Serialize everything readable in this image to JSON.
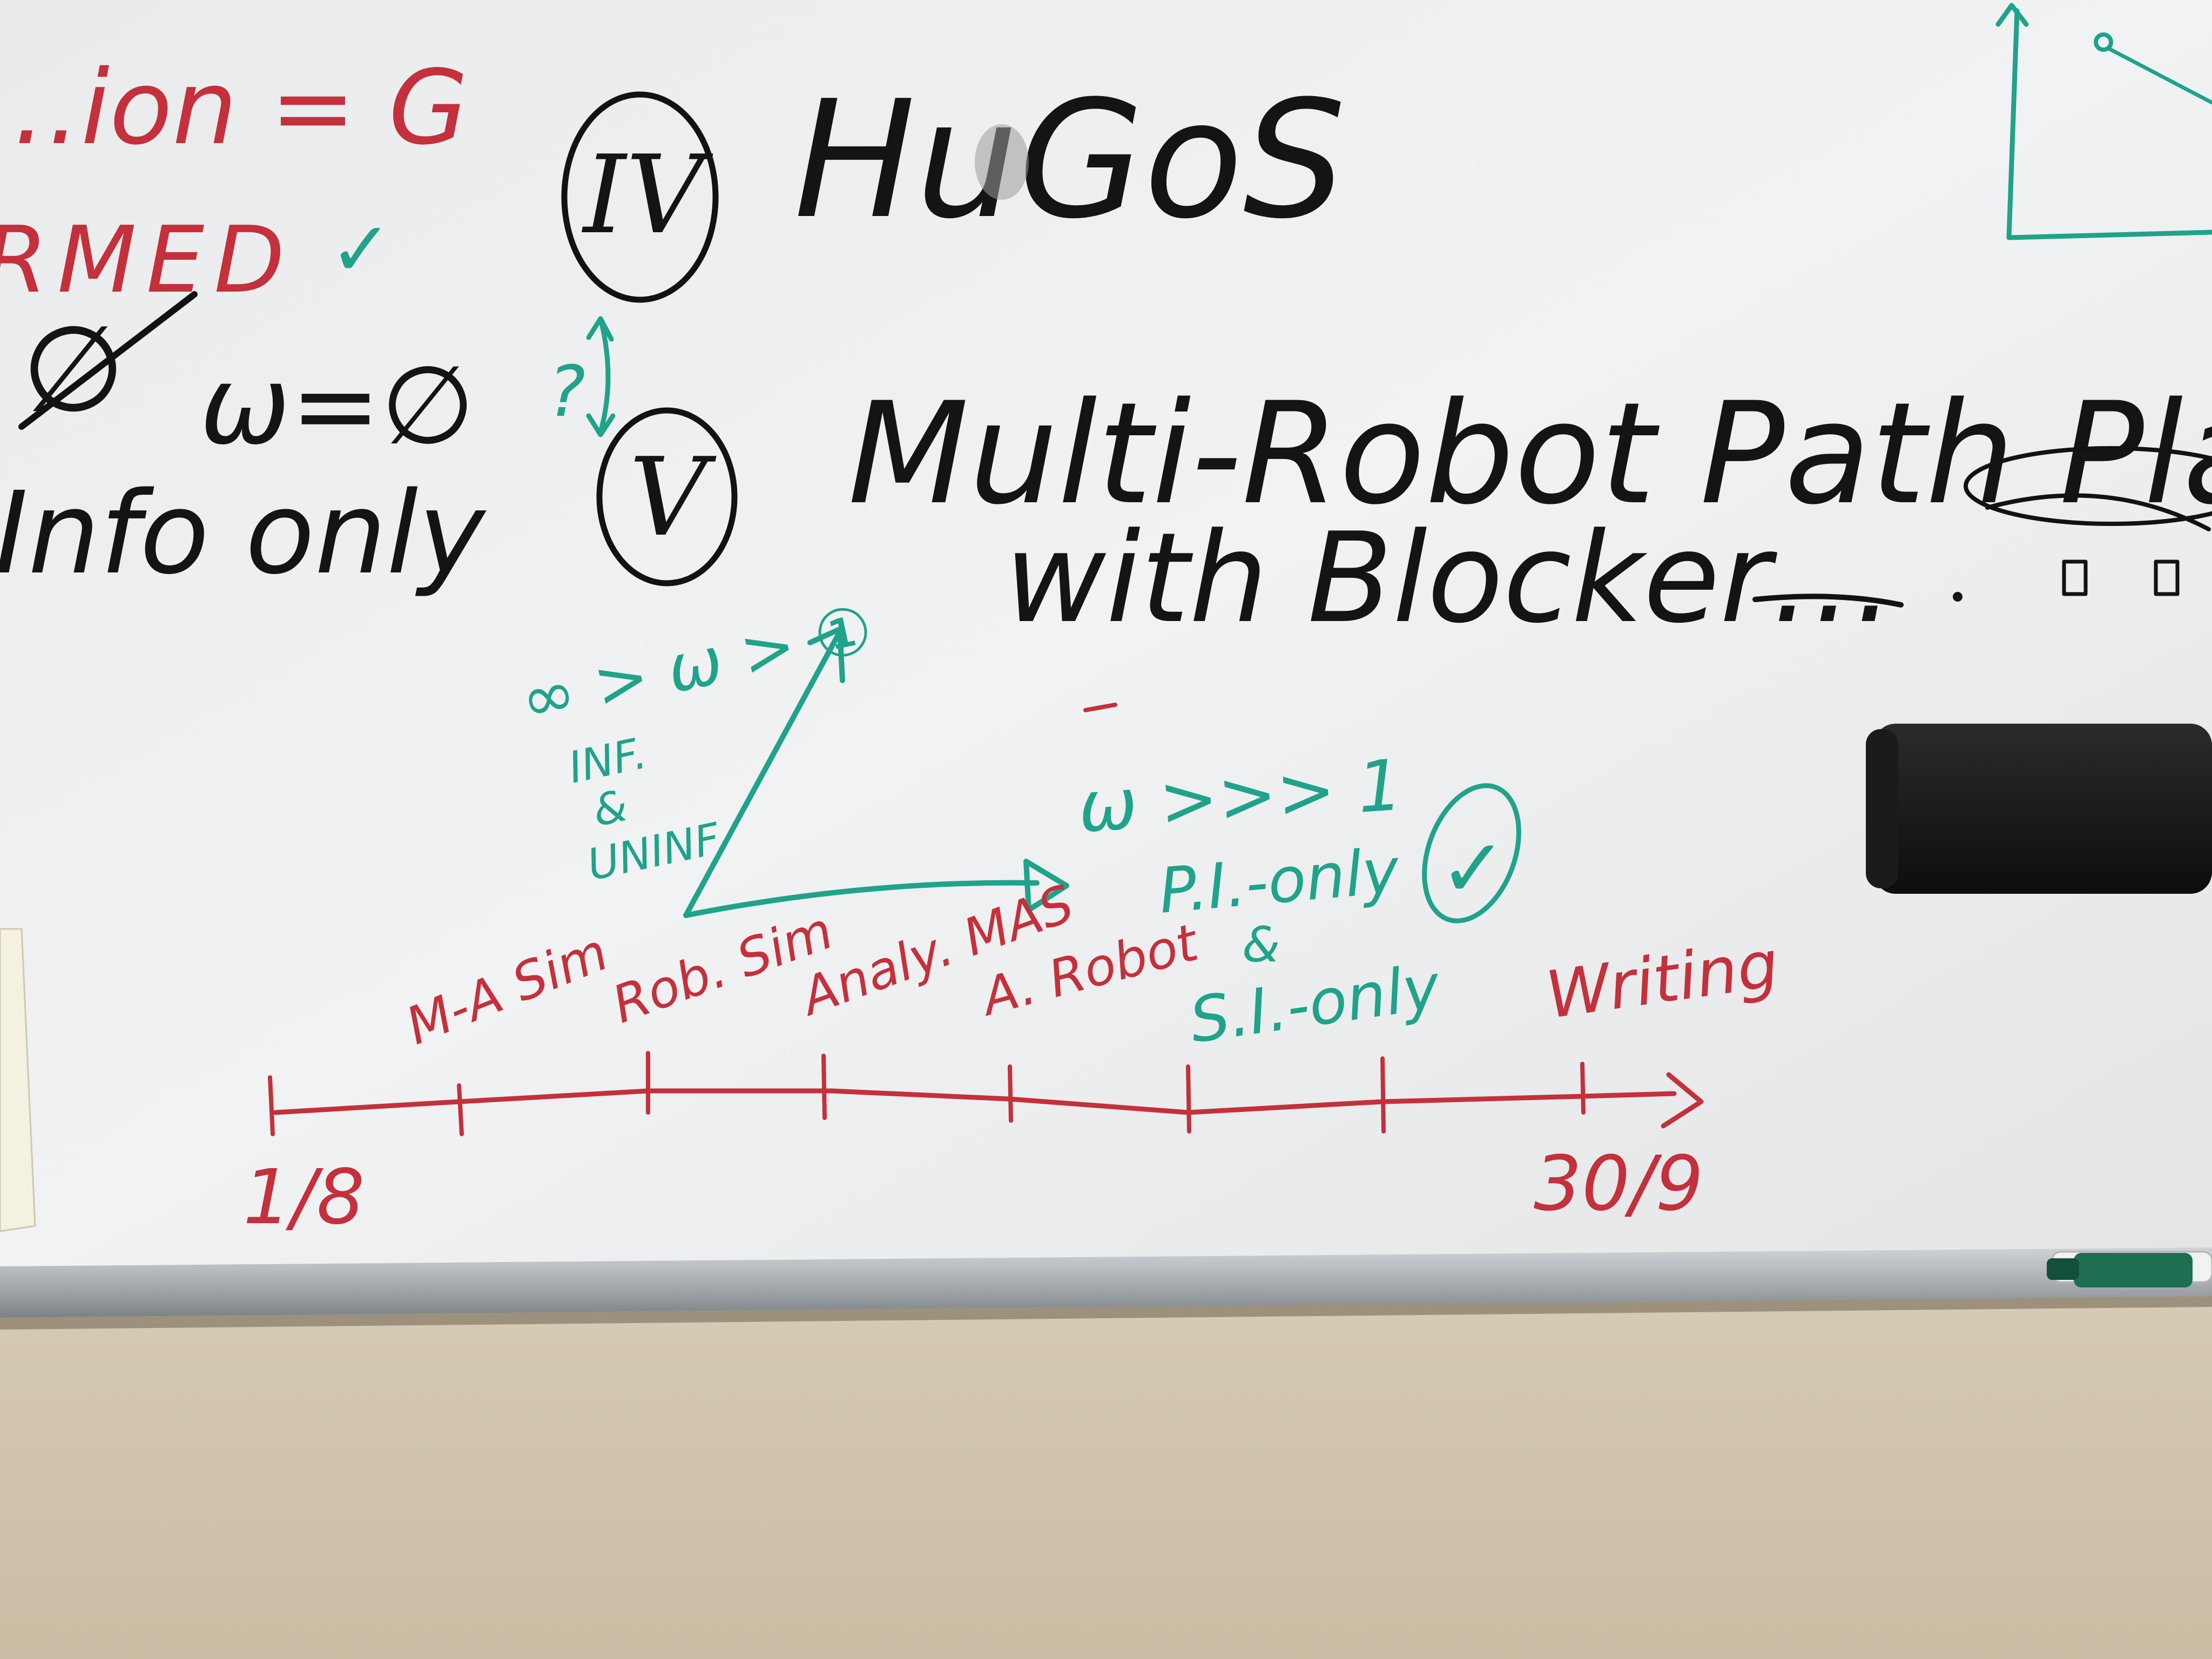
{
  "board": {
    "left_fragments": {
      "line1": "…ion = G",
      "line2": "RMED",
      "line2_check": "✓",
      "empty_set": "∅",
      "omega_eq": "ω=∅",
      "info_only": "Info only"
    },
    "item_iv": {
      "numeral": "IV",
      "title": "HuGoS"
    },
    "item_v": {
      "numeral": "V",
      "title": "Multi-Robot  Path  Planni…",
      "subtitle": "with Blocker…"
    },
    "question_arrow": "?",
    "teal_notes": {
      "infinity_omega": "∞ > ω > ①",
      "inf": "INF.",
      "amp": "&",
      "uninf": "UNINF.",
      "omega_much": "ω >>> 1",
      "pi_only": "P.I.-only",
      "amp2": "&",
      "si_only": "S.I.-only",
      "check": "✓"
    },
    "timeline": {
      "labels": [
        "M-A Sim",
        "Rob. Sim",
        "Analy. MAS",
        "A. Robot",
        "Writing"
      ],
      "start_date": "1/8",
      "end_date": "30/9"
    },
    "marker_colors": {
      "black": "#141414",
      "red": "#c4303b",
      "teal": "#1fa38a"
    }
  }
}
